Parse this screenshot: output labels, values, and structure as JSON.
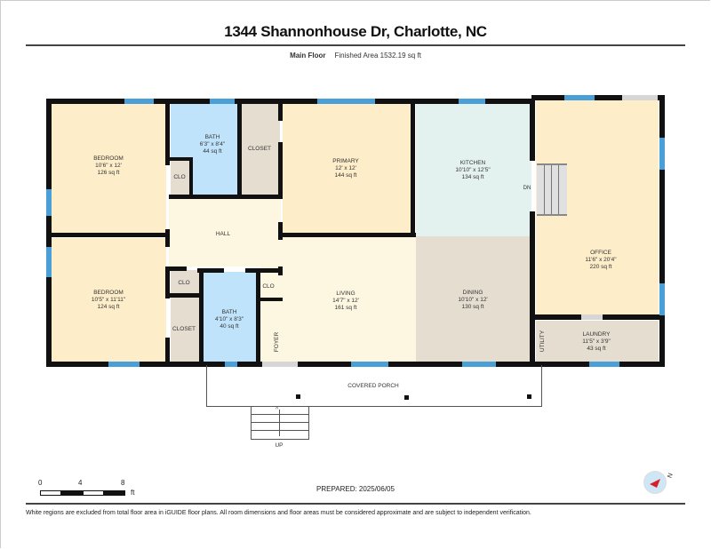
{
  "header": {
    "title": "1344 Shannonhouse Dr, Charlotte, NC",
    "floor_label": "Main Floor",
    "finished_area": "Finished Area 1532.19 sq ft"
  },
  "rooms": {
    "bedroom1": {
      "name": "BEDROOM",
      "dims": "10'6\" x 12'",
      "area": "126 sq ft"
    },
    "bath1": {
      "name": "BATH",
      "dims": "6'3\" x 8'4\"",
      "area": "44 sq ft"
    },
    "closet1": {
      "name": "CLOSET"
    },
    "clo1": {
      "name": "CLO"
    },
    "primary": {
      "name": "PRIMARY",
      "dims": "12' x 12'",
      "area": "144 sq ft"
    },
    "kitchen": {
      "name": "KITCHEN",
      "dims": "10'10\" x 12'5\"",
      "area": "134 sq ft"
    },
    "hall": {
      "name": "HALL"
    },
    "bedroom2": {
      "name": "BEDROOM",
      "dims": "10'5\" x 11'11\"",
      "area": "124 sq ft"
    },
    "clo2": {
      "name": "CLO"
    },
    "closet2": {
      "name": "CLOSET"
    },
    "bath2": {
      "name": "BATH",
      "dims": "4'10\" x 8'3\"",
      "area": "40 sq ft"
    },
    "clo3": {
      "name": "CLO"
    },
    "foyer": {
      "name": "FOYER"
    },
    "living": {
      "name": "LIVING",
      "dims": "14'7\" x 12'",
      "area": "161 sq ft"
    },
    "dining": {
      "name": "DINING",
      "dims": "10'10\" x 12'",
      "area": "130 sq ft"
    },
    "office": {
      "name": "OFFICE",
      "dims": "11'6\" x 20'4\"",
      "area": "220 sq ft"
    },
    "laundry": {
      "name": "LAUNDRY",
      "dims": "11'5\" x 3'9\"",
      "area": "43 sq ft"
    },
    "utility": {
      "name": "UTILITY"
    },
    "porch": {
      "name": "COVERED PORCH"
    },
    "stairs_up": {
      "label": "UP"
    },
    "stairs_down": {
      "label": "DN"
    }
  },
  "scale_bar": {
    "ticks": [
      "0",
      "4",
      "8"
    ],
    "unit": "ft"
  },
  "prepared": "PREPARED: 2025/06/05",
  "compass": {
    "label": "N"
  },
  "footer": "White regions are excluded from total floor area in iGUIDE floor plans. All room dimensions and floor areas must be considered approximate and are subject to independent verification.",
  "colors": {
    "bedroom": "#fdedc9",
    "bath": "#bfe3fb",
    "closet": "#e6ddd1",
    "hall": "#fdf6e1",
    "kitchen": "#e4f2ef",
    "dining": "#e6ddd1",
    "window": "#4a9fd6",
    "wall": "#111111"
  }
}
